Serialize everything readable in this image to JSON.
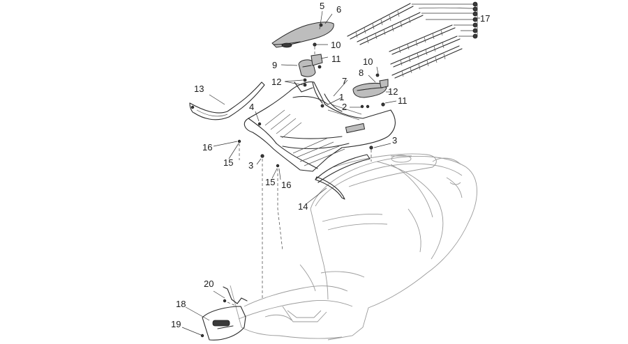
{
  "callouts": [
    {
      "id": "c5",
      "text": "5"
    },
    {
      "id": "c6",
      "text": "6"
    },
    {
      "id": "c17",
      "text": "17"
    },
    {
      "id": "c10a",
      "text": "10"
    },
    {
      "id": "c11a",
      "text": "11"
    },
    {
      "id": "c9",
      "text": "9"
    },
    {
      "id": "c10b",
      "text": "10"
    },
    {
      "id": "c8",
      "text": "8"
    },
    {
      "id": "c12a",
      "text": "12"
    },
    {
      "id": "c7",
      "text": "7"
    },
    {
      "id": "c13",
      "text": "13"
    },
    {
      "id": "c1",
      "text": "1"
    },
    {
      "id": "c12b",
      "text": "12"
    },
    {
      "id": "c11b",
      "text": "11"
    },
    {
      "id": "c2",
      "text": "2"
    },
    {
      "id": "c4",
      "text": "4"
    },
    {
      "id": "c3a",
      "text": "3"
    },
    {
      "id": "c16a",
      "text": "16"
    },
    {
      "id": "c15a",
      "text": "15"
    },
    {
      "id": "c3b",
      "text": "3"
    },
    {
      "id": "c15b",
      "text": "15"
    },
    {
      "id": "c16b",
      "text": "16"
    },
    {
      "id": "c14",
      "text": "14"
    },
    {
      "id": "c20",
      "text": "20"
    },
    {
      "id": "c18",
      "text": "18"
    },
    {
      "id": "c19",
      "text": "19"
    }
  ]
}
